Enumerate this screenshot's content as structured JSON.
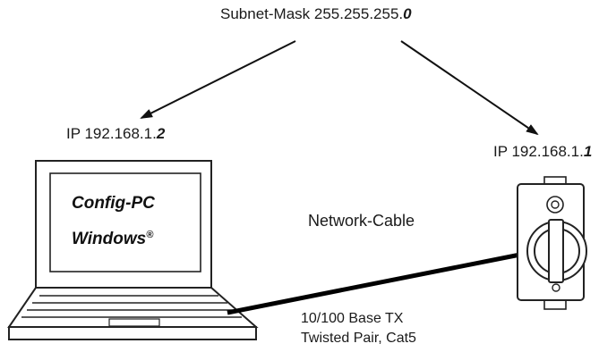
{
  "subnet": {
    "prefix": "Subnet-Mask 255.255.255.",
    "last": "0"
  },
  "pc": {
    "ip_prefix": "IP 192.168.1.",
    "ip_last": "2",
    "name_line1": "Config-PC",
    "name_line2": "Windows",
    "registered_mark": "®"
  },
  "device": {
    "ip_prefix": "IP 192.168.1.",
    "ip_last": "1"
  },
  "cable": {
    "label": "Network-Cable",
    "spec_line1": "10/100 Base TX",
    "spec_line2": "Twisted Pair, Cat5"
  }
}
